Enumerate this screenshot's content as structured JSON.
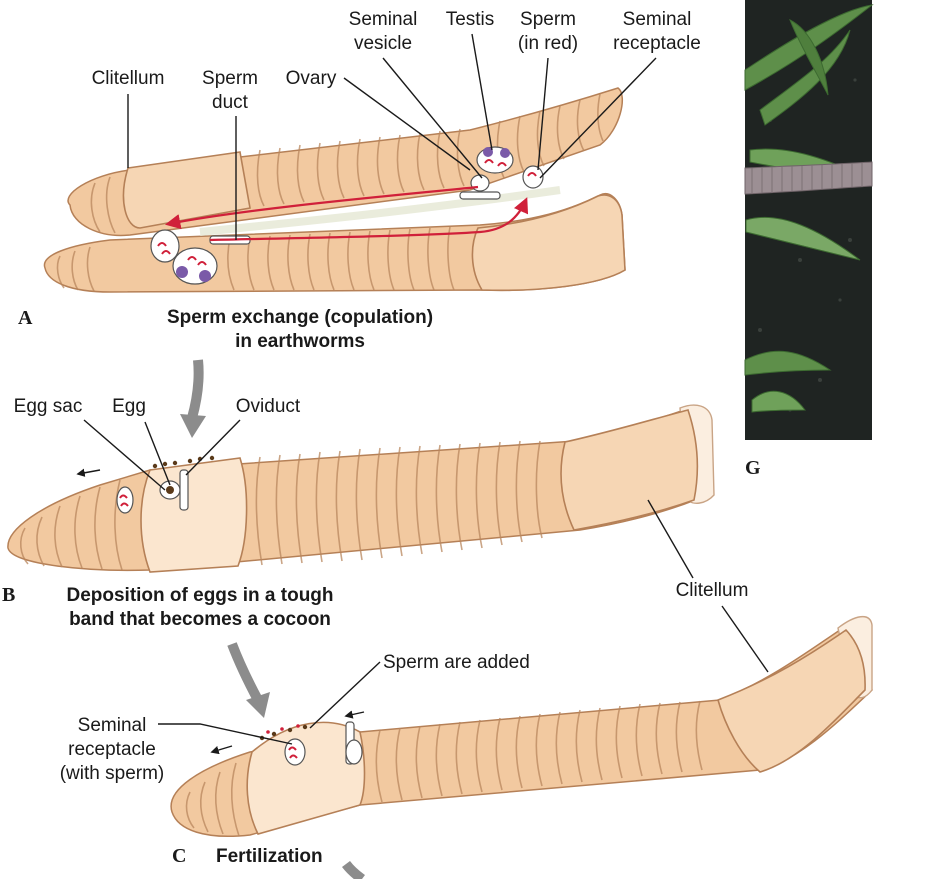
{
  "labels": {
    "clitellum_a": "Clitellum",
    "sperm_duct": "Sperm\nduct",
    "ovary": "Ovary",
    "seminal_vesicle": "Seminal\nvesicle",
    "testis": "Testis",
    "sperm_in_red": "Sperm\n(in red)",
    "seminal_receptacle": "Seminal\nreceptacle",
    "egg_sac": "Egg sac",
    "egg": "Egg",
    "oviduct": "Oviduct",
    "clitellum_b": "Clitellum",
    "sperm_added": "Sperm are added",
    "seminal_receptacle_c": "Seminal\nreceptacle\n(with sperm)"
  },
  "captions": {
    "panel_a": "A",
    "caption_a": "Sperm exchange (copulation)\nin earthworms",
    "panel_b": "B",
    "caption_b": "Deposition of eggs in a tough\nband that becomes a cocoon",
    "panel_c": "C",
    "caption_c": "Fertilization",
    "panel_g": "G"
  },
  "colors": {
    "worm_body": "#f2c9a0",
    "clitellum": "#f6d6b4",
    "sperm": "#d0203a",
    "testis": "#7a5aa8",
    "arrow_gray": "#8c8c8c",
    "soil": "#1f2422",
    "leaf": "#5e8f4a"
  }
}
